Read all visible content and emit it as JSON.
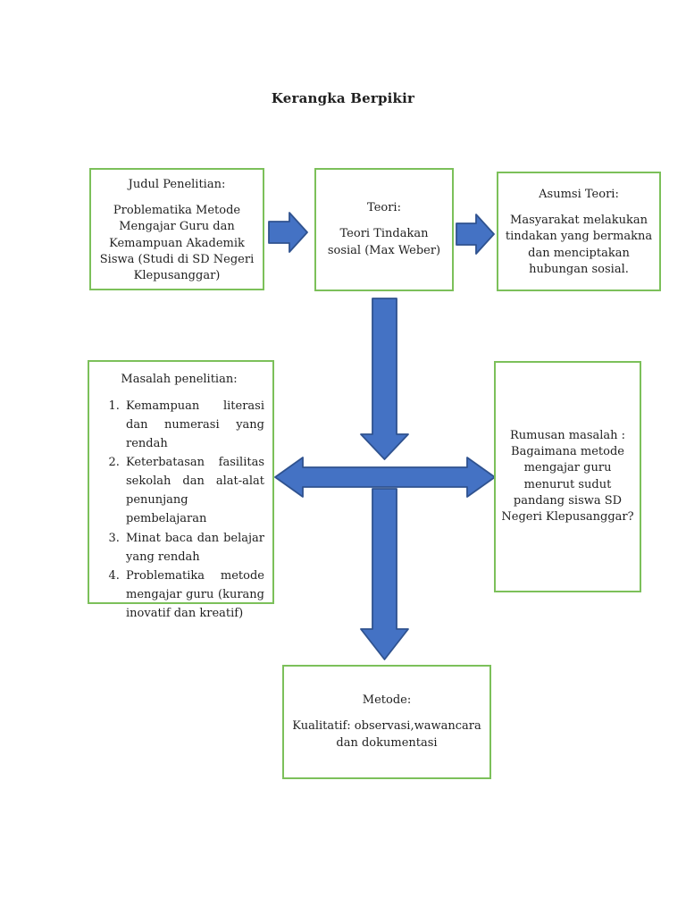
{
  "title": "Kerangka Berpikir",
  "colors": {
    "background": "#ffffff",
    "text": "#1f1f1f",
    "box_border": "#7cc05a",
    "arrow_fill": "#4472c4",
    "arrow_stroke": "#2f528f"
  },
  "boxes": {
    "judul": {
      "heading": "Judul Penelitian:",
      "body": "Problematika Metode Mengajar Guru dan Kemampuan Akademik Siswa (Studi di SD Negeri Klepusanggar)"
    },
    "teori": {
      "heading": "Teori:",
      "body": "Teori Tindakan sosial (Max Weber)"
    },
    "asumsi": {
      "heading": "Asumsi Teori:",
      "body": "Masyarakat melakukan tindakan yang bermakna dan menciptakan hubungan sosial."
    },
    "masalah": {
      "heading": "Masalah penelitian:",
      "items": [
        "Kemampuan literasi dan numerasi yang rendah",
        "Keterbatasan fasilitas sekolah dan alat-alat penunjang pembelajaran",
        "Minat baca dan belajar yang rendah",
        "Problematika metode mengajar guru (kurang inovatif dan kreatif)"
      ]
    },
    "rumusan": {
      "heading": "Rumusan masalah :",
      "body": "Bagaimana metode mengajar guru menurut sudut pandang siswa SD Negeri Klepusanggar?"
    },
    "metode": {
      "heading": "Metode:",
      "body": "Kualitatif: observasi,wawancara dan dokumentasi"
    }
  },
  "connectors": [
    {
      "name": "arrow-judul-to-teori",
      "type": "block-arrow-right"
    },
    {
      "name": "arrow-teori-to-asumsi",
      "type": "block-arrow-right"
    },
    {
      "name": "arrow-teori-down",
      "type": "block-arrow-down"
    },
    {
      "name": "arrow-masalah-rumusan",
      "type": "block-arrow-double-horizontal"
    },
    {
      "name": "arrow-down-to-metode",
      "type": "block-arrow-down"
    }
  ]
}
